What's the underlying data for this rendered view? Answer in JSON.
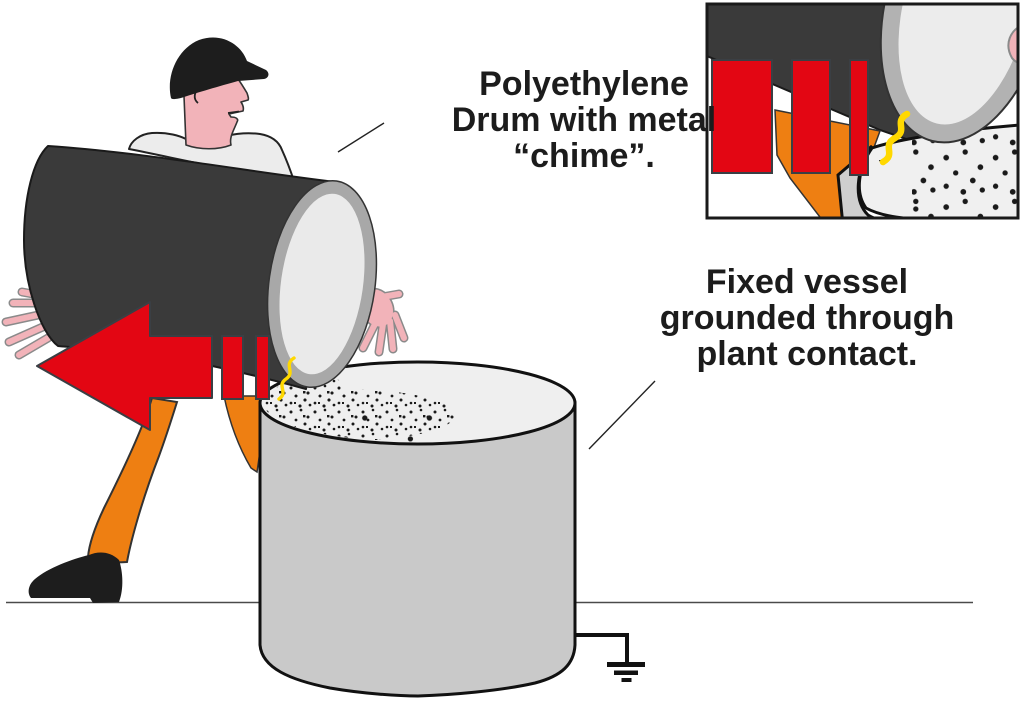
{
  "scene": {
    "background": "#ffffff",
    "labels": {
      "drum": {
        "lines": [
          "Polyethylene",
          "Drum with metal",
          "“chime”."
        ]
      },
      "vessel": {
        "lines": [
          "Fixed vessel",
          "grounded through",
          "plant contact."
        ]
      }
    },
    "colors": {
      "drum": "#3a3a3a",
      "chime_ring": "#a8a8a8",
      "drum_face": "#eaeaea",
      "vessel_wall": "#c9c9c9",
      "vessel_top": "#efefef",
      "arrow_red": "#e30613",
      "overalls_orange": "#ee7f12",
      "skin_pink": "#f2b3b9",
      "shirt_grey": "#ececec",
      "cap_black": "#1d1d1d",
      "spark_yellow": "#ffd800",
      "outline": "#1a1a1a",
      "powder_dots": "#1a1a1a"
    },
    "icons": {
      "spark": "static-spark-lightning",
      "ground": "earth-ground-symbol",
      "arrow": "segmented-left-arrow"
    }
  }
}
